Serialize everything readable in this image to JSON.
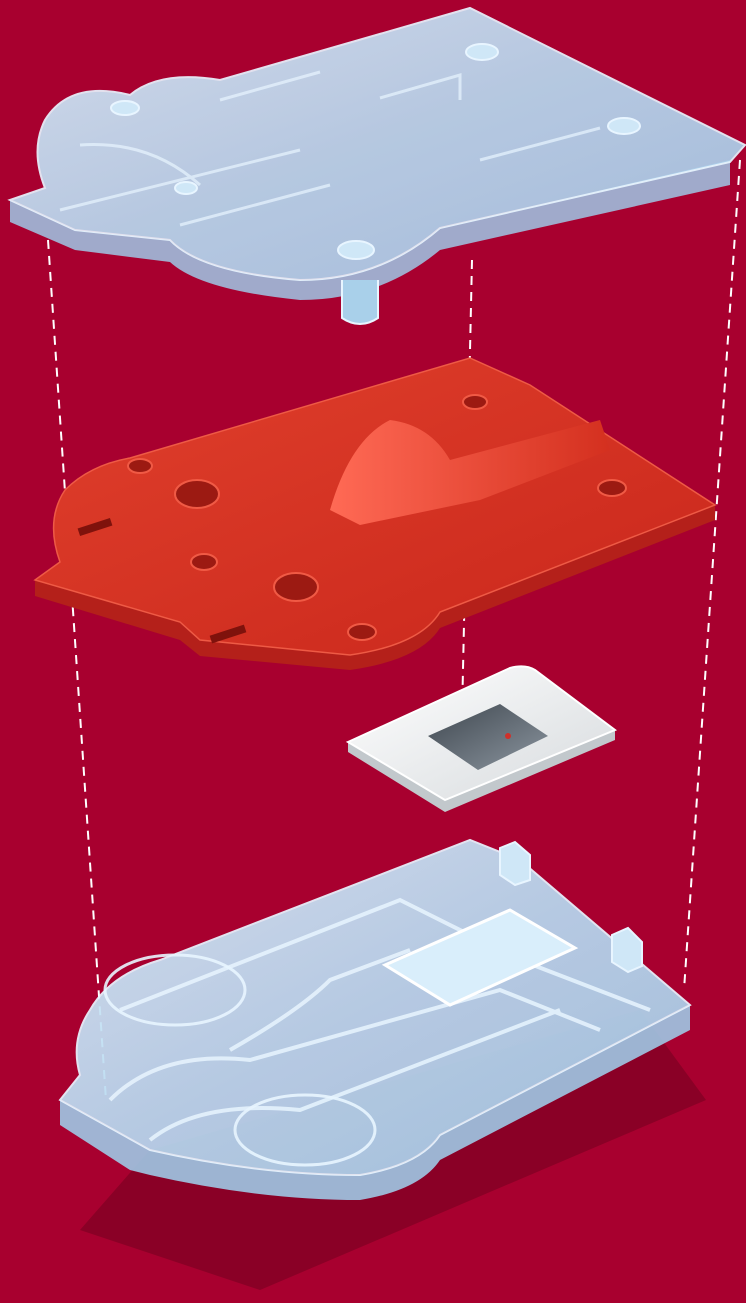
{
  "figure": {
    "kind": "exploded-assembly",
    "colors": {
      "background": "#a8002f",
      "background_shadow": "#8a0026",
      "clear_plastic": "#b9dcf2",
      "clear_plastic_edge": "#e8f5ff",
      "clear_plastic_shade": "#9fc8e6",
      "red_plastic": "#d72c1f",
      "red_plastic_edge": "#b4201a",
      "chip_white": "#f1f3f4",
      "chip_well": "#5d6670",
      "guide_line": "#ffffff"
    },
    "layers": [
      {
        "id": "top-cover",
        "material": "clear-plastic"
      },
      {
        "id": "middle-plate",
        "material": "red-plastic"
      },
      {
        "id": "sensor-chip",
        "material": "white-ceramic"
      },
      {
        "id": "bottom-channel-base",
        "material": "clear-plastic"
      }
    ],
    "guide_lines": {
      "style": "dashed",
      "count": 3
    }
  }
}
